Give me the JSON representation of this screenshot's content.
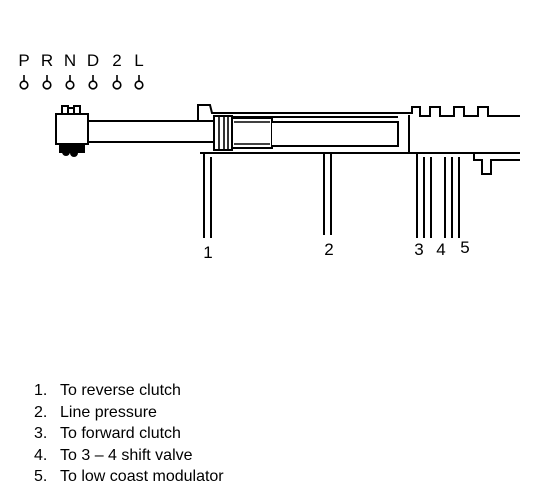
{
  "selector": {
    "positions": [
      {
        "letter": "P"
      },
      {
        "letter": "R"
      },
      {
        "letter": "N"
      },
      {
        "letter": "D"
      },
      {
        "letter": "2"
      },
      {
        "letter": "L"
      }
    ]
  },
  "callouts": [
    {
      "number": "1"
    },
    {
      "number": "2"
    },
    {
      "number": "3"
    },
    {
      "number": "4"
    },
    {
      "number": "5"
    }
  ],
  "legend": [
    {
      "number": "1.",
      "text": "To reverse clutch"
    },
    {
      "number": "2.",
      "text": "Line pressure"
    },
    {
      "number": "3.",
      "text": "To forward clutch"
    },
    {
      "number": "4.",
      "text": "To 3 – 4 shift valve"
    },
    {
      "number": "5.",
      "text": "To low coast modulator"
    }
  ],
  "colors": {
    "ink": "#000000",
    "background": "#ffffff"
  }
}
